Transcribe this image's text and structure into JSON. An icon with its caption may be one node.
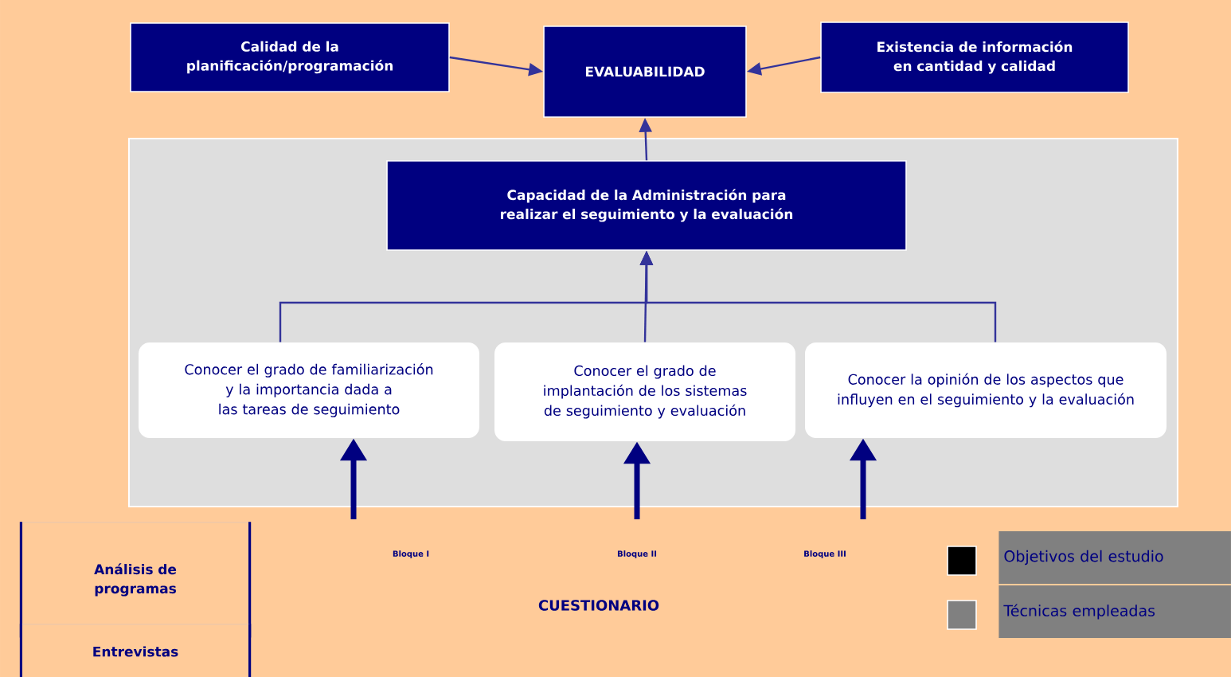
{
  "diagram": {
    "nodes": [
      {
        "text": [
          "Calidad de la planificación/programación"
        ]
      },
      {
        "text": [
          "EVALUABILIDAD"
        ]
      },
      {
        "text": [
          "Existencia de información en cantidad y calidad"
        ]
      },
      {
        "text": [],
        "shape": "box"
      },
      {
        "text": [
          "Capacidad de la Administración para realizar el seguimiento y la evaluación"
        ],
        "in": 3
      },
      {
        "text": [
          "Conocer el grado de familiarización y la importancia dada a las tareas de seguimiento"
        ],
        "in": 3
      },
      {
        "text": [
          "Conocer el grado de implantación de los sistemas de seguimiento y evaluación"
        ],
        "in": 3
      },
      {
        "text": [
          "Conocer la opinión de los aspectos que influyen en el seguimiento y la evaluación"
        ],
        "in": 3
      },
      {
        "text": [
          "Análisis de programas"
        ]
      },
      {
        "text": [
          "Entrevistas"
        ]
      }
    ],
    "edges": [
      {
        "from": 0,
        "to": 1,
        "arrow": "to"
      },
      {
        "from": 2,
        "to": 1,
        "arrow": "to"
      },
      {
        "from": 4,
        "to": 1,
        "arrow": "to"
      },
      {
        "from": 5,
        "to": 4,
        "arrow": "to"
      },
      {
        "from": 6,
        "to": 4,
        "arrow": "to"
      },
      {
        "from": 7,
        "to": 4,
        "arrow": "to"
      },
      {
        "from": null,
        "to": 5,
        "arrow": "to",
        "style": "thick"
      },
      {
        "from": null,
        "to": 6,
        "arrow": "to",
        "style": "thick"
      },
      {
        "from": null,
        "to": 7,
        "arrow": "to",
        "style": "thick"
      }
    ],
    "labels": [
      "Bloque I",
      "Bloque II",
      "Bloque III",
      "CUESTIONARIO"
    ],
    "legend": [
      {
        "text": "Objetivos del estudio",
        "color": "#000000"
      },
      {
        "text": "Técnicas empleadas",
        "color": "#808080"
      }
    ]
  }
}
